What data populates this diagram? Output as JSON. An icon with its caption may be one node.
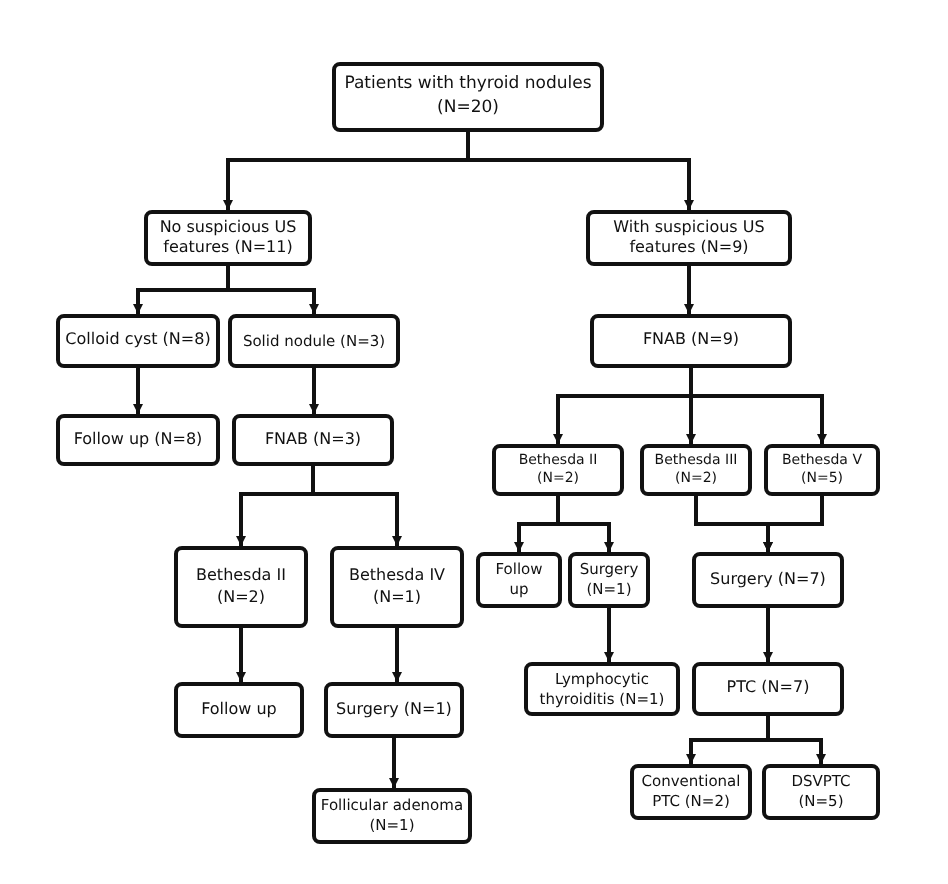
{
  "diagram": {
    "nodes": [
      {
        "text": [
          "Patients with thyroid nodules (N=20)"
        ]
      },
      {
        "text": [
          "No suspicious US features (N=11)"
        ]
      },
      {
        "text": [
          "With suspicious US features (N=9)"
        ]
      },
      {
        "text": [
          "Colloid cyst (N=8)"
        ]
      },
      {
        "text": [
          "Solid nodule (N=3)"
        ]
      },
      {
        "text": [
          "FNAB (N=9)"
        ]
      },
      {
        "text": [
          "Follow up (N=8)"
        ]
      },
      {
        "text": [
          "FNAB (N=3)"
        ]
      },
      {
        "text": [
          "Bethesda II (N=2)"
        ]
      },
      {
        "text": [
          "Bethesda IV (N=1)"
        ]
      },
      {
        "text": [
          "Bethesda II (N=2)"
        ]
      },
      {
        "text": [
          "Bethesda III (N=2)"
        ]
      },
      {
        "text": [
          "Bethesda V (N=5)"
        ]
      },
      {
        "text": [
          "Follow up"
        ]
      },
      {
        "text": [
          "Surgery (N=1)"
        ]
      },
      {
        "text": [
          "Surgery (N=7)"
        ]
      },
      {
        "text": [
          "Follow up"
        ]
      },
      {
        "text": [
          "Surgery (N=1)"
        ]
      },
      {
        "text": [
          "Lymphocytic thyroiditis (N=1)"
        ]
      },
      {
        "text": [
          "PTC (N=7)"
        ]
      },
      {
        "text": [
          "Follicular adenoma (N=1)"
        ]
      },
      {
        "text": [
          "Conventional PTC (N=2)"
        ]
      },
      {
        "text": [
          "DSVPTC (N=5)"
        ]
      }
    ],
    "edges": [
      {
        "from": 0,
        "to": 1,
        "arrow": "to"
      },
      {
        "from": 0,
        "to": 2,
        "arrow": "to"
      },
      {
        "from": 1,
        "to": 3,
        "arrow": "to"
      },
      {
        "from": 1,
        "to": 4,
        "arrow": "to"
      },
      {
        "from": 2,
        "to": 5,
        "arrow": "to"
      },
      {
        "from": 3,
        "to": 6,
        "arrow": "to"
      },
      {
        "from": 4,
        "to": 7,
        "arrow": "to"
      },
      {
        "from": 5,
        "to": 10,
        "arrow": "to"
      },
      {
        "from": 5,
        "to": 11,
        "arrow": "to"
      },
      {
        "from": 5,
        "to": 12,
        "arrow": "to"
      },
      {
        "from": 7,
        "to": 8,
        "arrow": "to"
      },
      {
        "from": 7,
        "to": 9,
        "arrow": "to"
      },
      {
        "from": 10,
        "to": 13,
        "arrow": "to"
      },
      {
        "from": 10,
        "to": 14,
        "arrow": "to"
      },
      {
        "from": 11,
        "to": 15,
        "arrow": "to"
      },
      {
        "from": 12,
        "to": 15,
        "arrow": "to"
      },
      {
        "from": 8,
        "to": 16,
        "arrow": "to"
      },
      {
        "from": 9,
        "to": 17,
        "arrow": "to"
      },
      {
        "from": 14,
        "to": 18,
        "arrow": "to"
      },
      {
        "from": 15,
        "to": 19,
        "arrow": "to"
      },
      {
        "from": 17,
        "to": 20,
        "arrow": "to"
      },
      {
        "from": 19,
        "to": 21,
        "arrow": "to"
      },
      {
        "from": 19,
        "to": 22,
        "arrow": "to"
      }
    ]
  }
}
